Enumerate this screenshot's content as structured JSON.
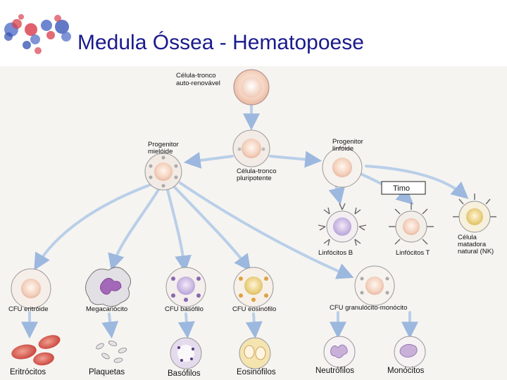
{
  "slide": {
    "title": "Medula Óssea - Hematopoese"
  },
  "diagram": {
    "stem_cell": [
      "Célula-tronco",
      "auto-renovável"
    ],
    "pluripotent": [
      "Célula-tronco",
      "pluripotente"
    ],
    "myeloid": [
      "Progenitor",
      "mielóide"
    ],
    "lymphoid": [
      "Progenitor",
      "linfóide"
    ],
    "thymus": "Timo",
    "lymph_b": "Linfócitos B",
    "lymph_t": "Linfócitos T",
    "nk": [
      "Célula",
      "matadora",
      "natural (NK)"
    ],
    "cfu_e": "CFU eritróide",
    "mega": "Megacariócito",
    "cfu_baso": "CFU basófilo",
    "cfu_eos": "CFU eosinófilo",
    "cfu_gm": "CFU granulócito-monócito",
    "erythro": "Eritrócitos",
    "platelets": "Plaquetas",
    "basophils": "Basófilos",
    "eosinophils": "Eosinófilos",
    "neutrophils": "Neutrófilos",
    "monocytes": "Monócitos"
  },
  "colors": {
    "title": "#1a1a8c",
    "arrow": "#b9cfe8",
    "cell_outline": "#9a9a9a"
  }
}
